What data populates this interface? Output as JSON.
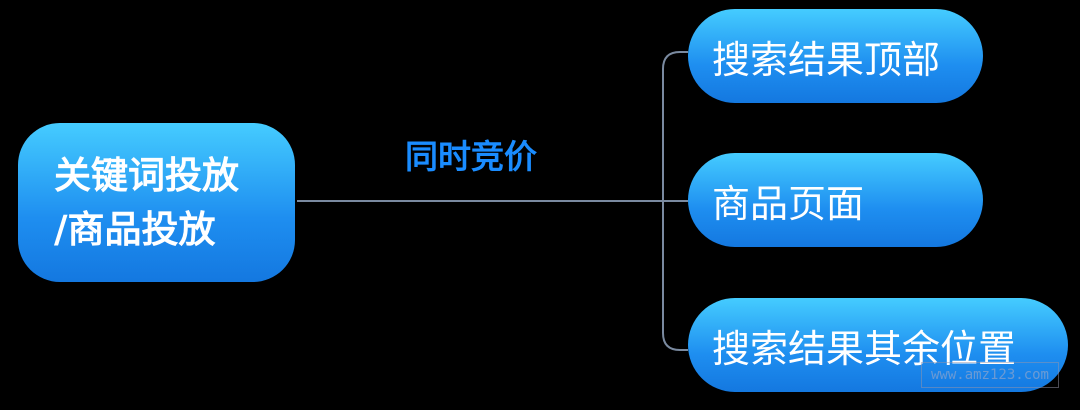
{
  "root": {
    "line1": "关键词投放",
    "line2": "/商品投放"
  },
  "connector_label": "同时竞价",
  "targets": [
    "搜索结果顶部",
    "商品页面",
    "搜索结果其余位置"
  ],
  "watermark": "www.amz123.com",
  "colors": {
    "node_top": "#45ccff",
    "node_bottom": "#1478e0",
    "label": "#1a8cff",
    "line": "#7a8aa0"
  }
}
